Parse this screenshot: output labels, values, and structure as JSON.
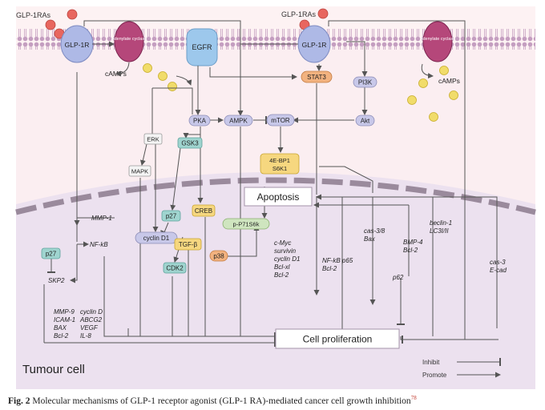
{
  "diagram": {
    "ligands": [
      "GLP-1RAs",
      "GLP-1RAs"
    ],
    "receptors": [
      "GLP-1R",
      "GLP-1R"
    ],
    "adenylate": [
      "Adenylate cyclase",
      "Adenylate cyclase"
    ],
    "egfr": "EGFR",
    "camps": [
      "cAMPs",
      "cAMPs"
    ],
    "stat3": "STAT3",
    "pi3k": "PI3K",
    "akt": "Akt",
    "pka": "PKA",
    "ampk": "AMPK",
    "mtor": "mTOR",
    "erk": "ERK",
    "gsk3": "GSK3",
    "mapk": "MAPK",
    "ebp1_line1": "4E-BP1",
    "ebp1_line2": "S6K1",
    "creb": "CREB",
    "p27": "p27",
    "p27_left": "p27",
    "cyclin_d1": "cyclin D1",
    "tgf": "TGF-β",
    "cdk2": "CDK2",
    "p38": "p38",
    "p70": "p-P71S6k",
    "apoptosis": "Apoptosis",
    "cell_prolif": "Cell proliferation",
    "tumour": "Tumour cell",
    "mmp1": "MMP-1",
    "nfkb": "NF-kB",
    "skp2": "SKP2",
    "genes_left": [
      "MMP-9",
      "ICAM-1",
      "BAX",
      "Bcl-2"
    ],
    "genes_right": [
      "cyclin D",
      "ABCG2",
      "VEGF",
      "IL-8"
    ],
    "genes_mid": [
      "c-Myc",
      "survivin",
      "cyclin D1",
      "Bcl-xl",
      "Bcl-2"
    ],
    "nfkb_group": [
      "NF-kB p65",
      "Bcl-2"
    ],
    "cas38": [
      "cas-3/8",
      "Bax"
    ],
    "bmp4": [
      "BMP-4",
      "Bcl-2"
    ],
    "p62": "p62",
    "beclin": [
      "beclin-1",
      "LC3I/II"
    ],
    "cas3": [
      "cas-3",
      "E-cad"
    ],
    "legend_inhibit": "Inhibit",
    "legend_promote": "Promote"
  },
  "caption": {
    "label": "Fig. 2",
    "text": " Molecular mechanisms of GLP-1 receptor agonist (GLP-1 RA)-mediated cancer cell growth inhibition",
    "ref": "78"
  },
  "colors": {
    "extracellular": "#fdf0f1",
    "cytoplasm": "#fbeff2",
    "nucleus": "#ebe0ee",
    "membrane": "#c9a9c5",
    "receptor": "#aeb9e6",
    "adenylate": "#b5477a",
    "egfr": "#9dc8ec",
    "ligand": "#e8665f",
    "camp": "#f1dc6a",
    "stat3": "#f2b27f",
    "creb": "#f6d77f",
    "teal": "#9fd4cf",
    "lav": "#c8c8e9",
    "green": "#cfe5bf"
  }
}
